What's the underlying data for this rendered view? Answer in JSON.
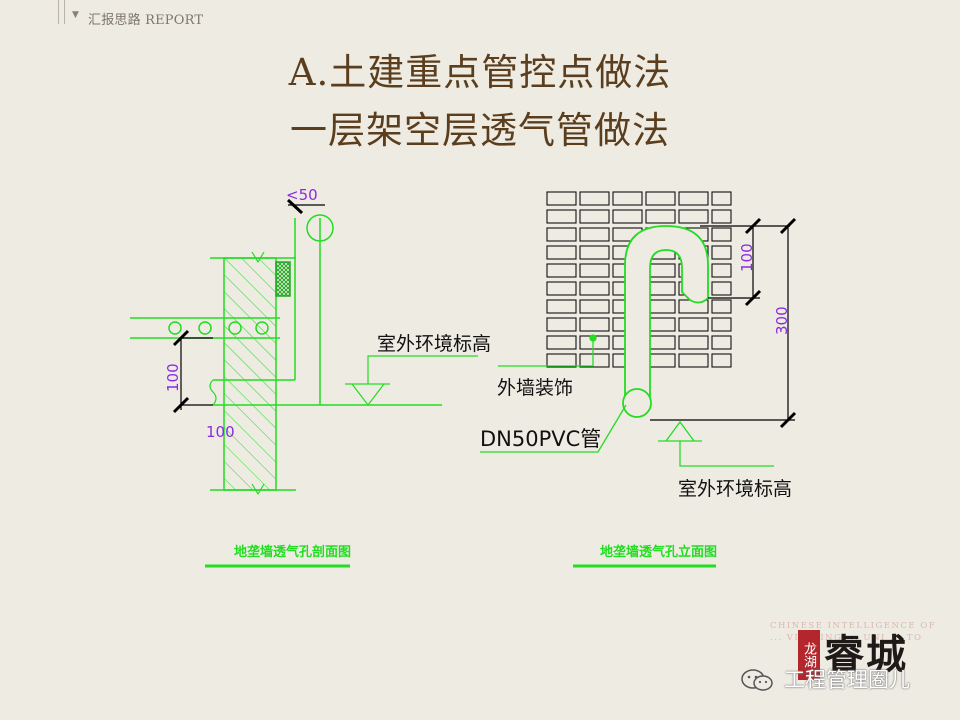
{
  "header": {
    "label": "汇报思路 REPORT"
  },
  "title": {
    "line1": "A.土建重点管控点做法",
    "line2": "一层架空层透气管做法"
  },
  "colors": {
    "line": "#22dd22",
    "dimension": "#8a2be2",
    "title": "#5a3e1e"
  },
  "left_drawing": {
    "dim_top": "<50",
    "dim_vertical": "100",
    "dim_horizontal": "100",
    "label_ground": "室外环境标高",
    "caption": "地垄墙透气孔剖面图"
  },
  "right_drawing": {
    "dim_small": "100",
    "dim_large": "300",
    "label_wall": "外墙装饰",
    "label_pipe": "DN50PVC管",
    "label_ground": "室外环境标高",
    "caption": "地垄墙透气孔立面图"
  },
  "watermark": {
    "english": "CHINESE INTELLIGENCE OF ... VI ... ING ... UNI ... TO",
    "seal": "龙湖",
    "brand": "睿城"
  },
  "footer": {
    "icon": "wechat-icon",
    "text": "工程管理圈儿"
  }
}
